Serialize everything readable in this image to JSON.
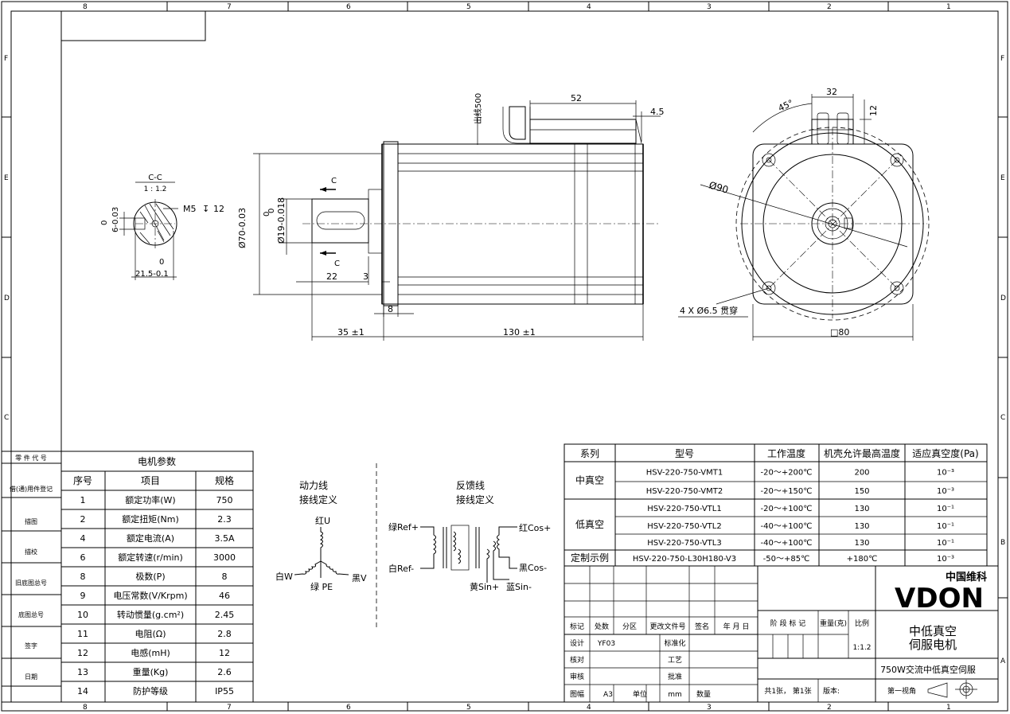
{
  "border": {
    "top_zones": [
      "8",
      "7",
      "6",
      "5",
      "4",
      "3",
      "2",
      "1"
    ],
    "bottom_zones": [
      "8",
      "7",
      "6",
      "5",
      "4",
      "3",
      "2",
      "1"
    ],
    "left_rows": [
      "F",
      "E",
      "D",
      "C"
    ],
    "right_rows": [
      "F",
      "E",
      "D",
      "C",
      "B",
      "A"
    ]
  },
  "left_strip": {
    "labels": [
      "零 件 代 号",
      "借(通)用件登记",
      "描图",
      "描校",
      "旧底图总号",
      "底图总号",
      "签字",
      "日期"
    ]
  },
  "section_view": {
    "title": "C-C",
    "scale": "1 : 1.2",
    "thread": "M5",
    "depth_symbol": "↧",
    "depth": "12",
    "key_tol_top": "0",
    "key_tol": "6-0.03",
    "width_tol_top": "0",
    "width": "21.5-0.1"
  },
  "side_view": {
    "cable": "出线500",
    "dim_52": "52",
    "dim_4_5": "4.5",
    "dim_70_top": "0",
    "dim_70": "Ø70-0.03",
    "dim_19_top": "0",
    "dim_19": "Ø19-0.018",
    "section_mark_top": "C",
    "section_mark_bottom": "C",
    "dim_22": "22",
    "dim_3": "3",
    "dim_8": "8",
    "dim_35": "35 ±1",
    "dim_130": "130 ±1"
  },
  "front_view": {
    "dim_32": "32",
    "dim_45": "45°",
    "dim_12": "12",
    "dim_90": "Ø90",
    "holes": "4 X Ø6.5 贯穿",
    "dim_80": "□80"
  },
  "params_table": {
    "title": "电机参数",
    "headers": [
      "序号",
      "项目",
      "规格"
    ],
    "rows": [
      [
        "1",
        "额定功率(W)",
        "750"
      ],
      [
        "2",
        "额定扭矩(Nm)",
        "2.3"
      ],
      [
        "4",
        "额定电流(A)",
        "3.5A"
      ],
      [
        "6",
        "额定转速(r/min)",
        "3000"
      ],
      [
        "8",
        "极数(P)",
        "8"
      ],
      [
        "9",
        "电压常数(V/Krpm)",
        "46"
      ],
      [
        "10",
        "转动惯量(g.cm²)",
        "2.45"
      ],
      [
        "11",
        "电阻(Ω)",
        "2.8"
      ],
      [
        "12",
        "电感(mH)",
        "12"
      ],
      [
        "13",
        "重量(Kg)",
        "2.6"
      ],
      [
        "14",
        "防护等级",
        "IP55"
      ]
    ]
  },
  "wiring": {
    "power_title": "动力线",
    "power_sub": "接线定义",
    "u": "红U",
    "w": "白W",
    "v": "黑V",
    "pe": "绿 PE",
    "feedback_title": "反馈线",
    "feedback_sub": "接线定义",
    "ref_plus": "绿Ref+",
    "ref_minus": "白Ref-",
    "cos_plus": "红Cos+",
    "cos_minus": "黑Cos-",
    "sin_plus": "黄Sin+",
    "sin_minus": "蓝Sin-"
  },
  "model_table": {
    "headers": [
      "系列",
      "型号",
      "工作温度",
      "机壳允许最高温度",
      "适应真空度(Pa)"
    ],
    "groups": [
      {
        "series": "中真空",
        "rows": [
          [
            "HSV-220-750-VMT1",
            "-20～+200℃",
            "200",
            "10⁻³"
          ],
          [
            "HSV-220-750-VMT2",
            "-20～+150℃",
            "150",
            "10⁻³"
          ]
        ]
      },
      {
        "series": "低真空",
        "rows": [
          [
            "HSV-220-750-VTL1",
            "-20～+100℃",
            "130",
            "10⁻¹"
          ],
          [
            "HSV-220-750-VTL2",
            "-40～+100℃",
            "130",
            "10⁻¹"
          ],
          [
            "HSV-220-750-VTL3",
            "-40～+100℃",
            "130",
            "10⁻¹"
          ]
        ]
      }
    ],
    "custom": [
      "定制示例",
      "HSV-220-750-L30H180-V3",
      "-50～+85℃",
      "+180℃",
      "10⁻³"
    ]
  },
  "title_block": {
    "logo_small": "中国维科",
    "logo_big": "VDON",
    "mark_row": [
      "标记",
      "处数",
      "分区",
      "更改文件号",
      "签名",
      "年 月 日"
    ],
    "stage": "阶 段 标 记",
    "weight": "重量(克)",
    "ratio": "比例",
    "ratio_value": "1:1.2",
    "design": "设计",
    "design_value": "YF03",
    "standardize": "标准化",
    "check": "核对",
    "process": "工艺",
    "review": "审核",
    "approve": "批准",
    "sheet_size_label": "图幅",
    "sheet_size": "A3",
    "unit_label": "单位",
    "unit": "mm",
    "qty_label": "数量",
    "sheets": "共1张， 第1张",
    "version": "版本:",
    "product_line1": "中低真空",
    "product_line2": "伺服电机",
    "product_desc": "750W交流中低真空伺服",
    "projection": "第一视角"
  },
  "colors": {
    "logo_blue": "#1a8fd8"
  }
}
